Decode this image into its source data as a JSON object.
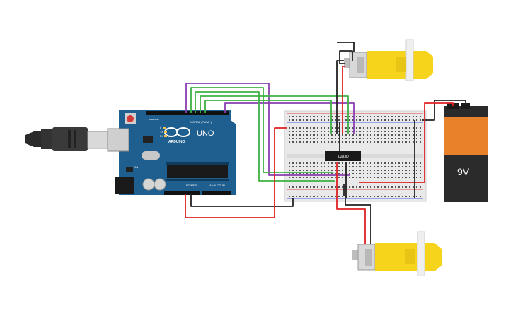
{
  "arduino": {
    "brand": "ARDUINO",
    "model": "UNO",
    "header_digital": "DIGITAL (PWM~)",
    "header_power": "POWER",
    "header_analog": "ANALOG IN",
    "tx_label": "TX",
    "rx_label": "RX",
    "l_label": "L",
    "on_label": "ON",
    "aref_label": "AREF",
    "gnd_label": "GND"
  },
  "driver_chip": {
    "label": "L293D"
  },
  "battery": {
    "voltage_label": "9V"
  },
  "colors": {
    "board_blue": "#1f5f8f",
    "wire_red": "#e02020",
    "wire_black": "#222222",
    "wire_green": "#3cb043",
    "wire_purple": "#8a3fb0",
    "motor_yellow": "#f7d41c",
    "battery_orange": "#e8822a",
    "breadboard": "#e9e9e9"
  },
  "icons": {
    "usb": "usb-cable-icon",
    "reset": "reset-button-icon",
    "logo": "arduino-infinity-logo"
  }
}
